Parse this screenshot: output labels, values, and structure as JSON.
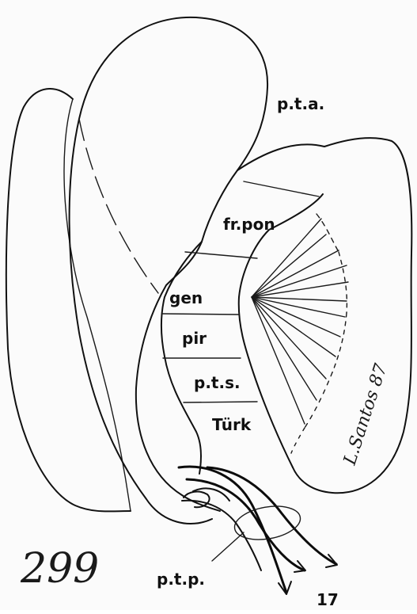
{
  "figure": {
    "number": "299",
    "signature": "L.Santos 87",
    "arrow_label": "17"
  },
  "labels": {
    "pta": "p.t.a.",
    "frpon": "fr.pon",
    "gen": "gen",
    "pir": "pir",
    "pts": "p.t.s.",
    "turk": "Türk",
    "ptp": "p.t.p."
  },
  "colors": {
    "ink": "#111111",
    "paper": "#fbfbfb"
  }
}
